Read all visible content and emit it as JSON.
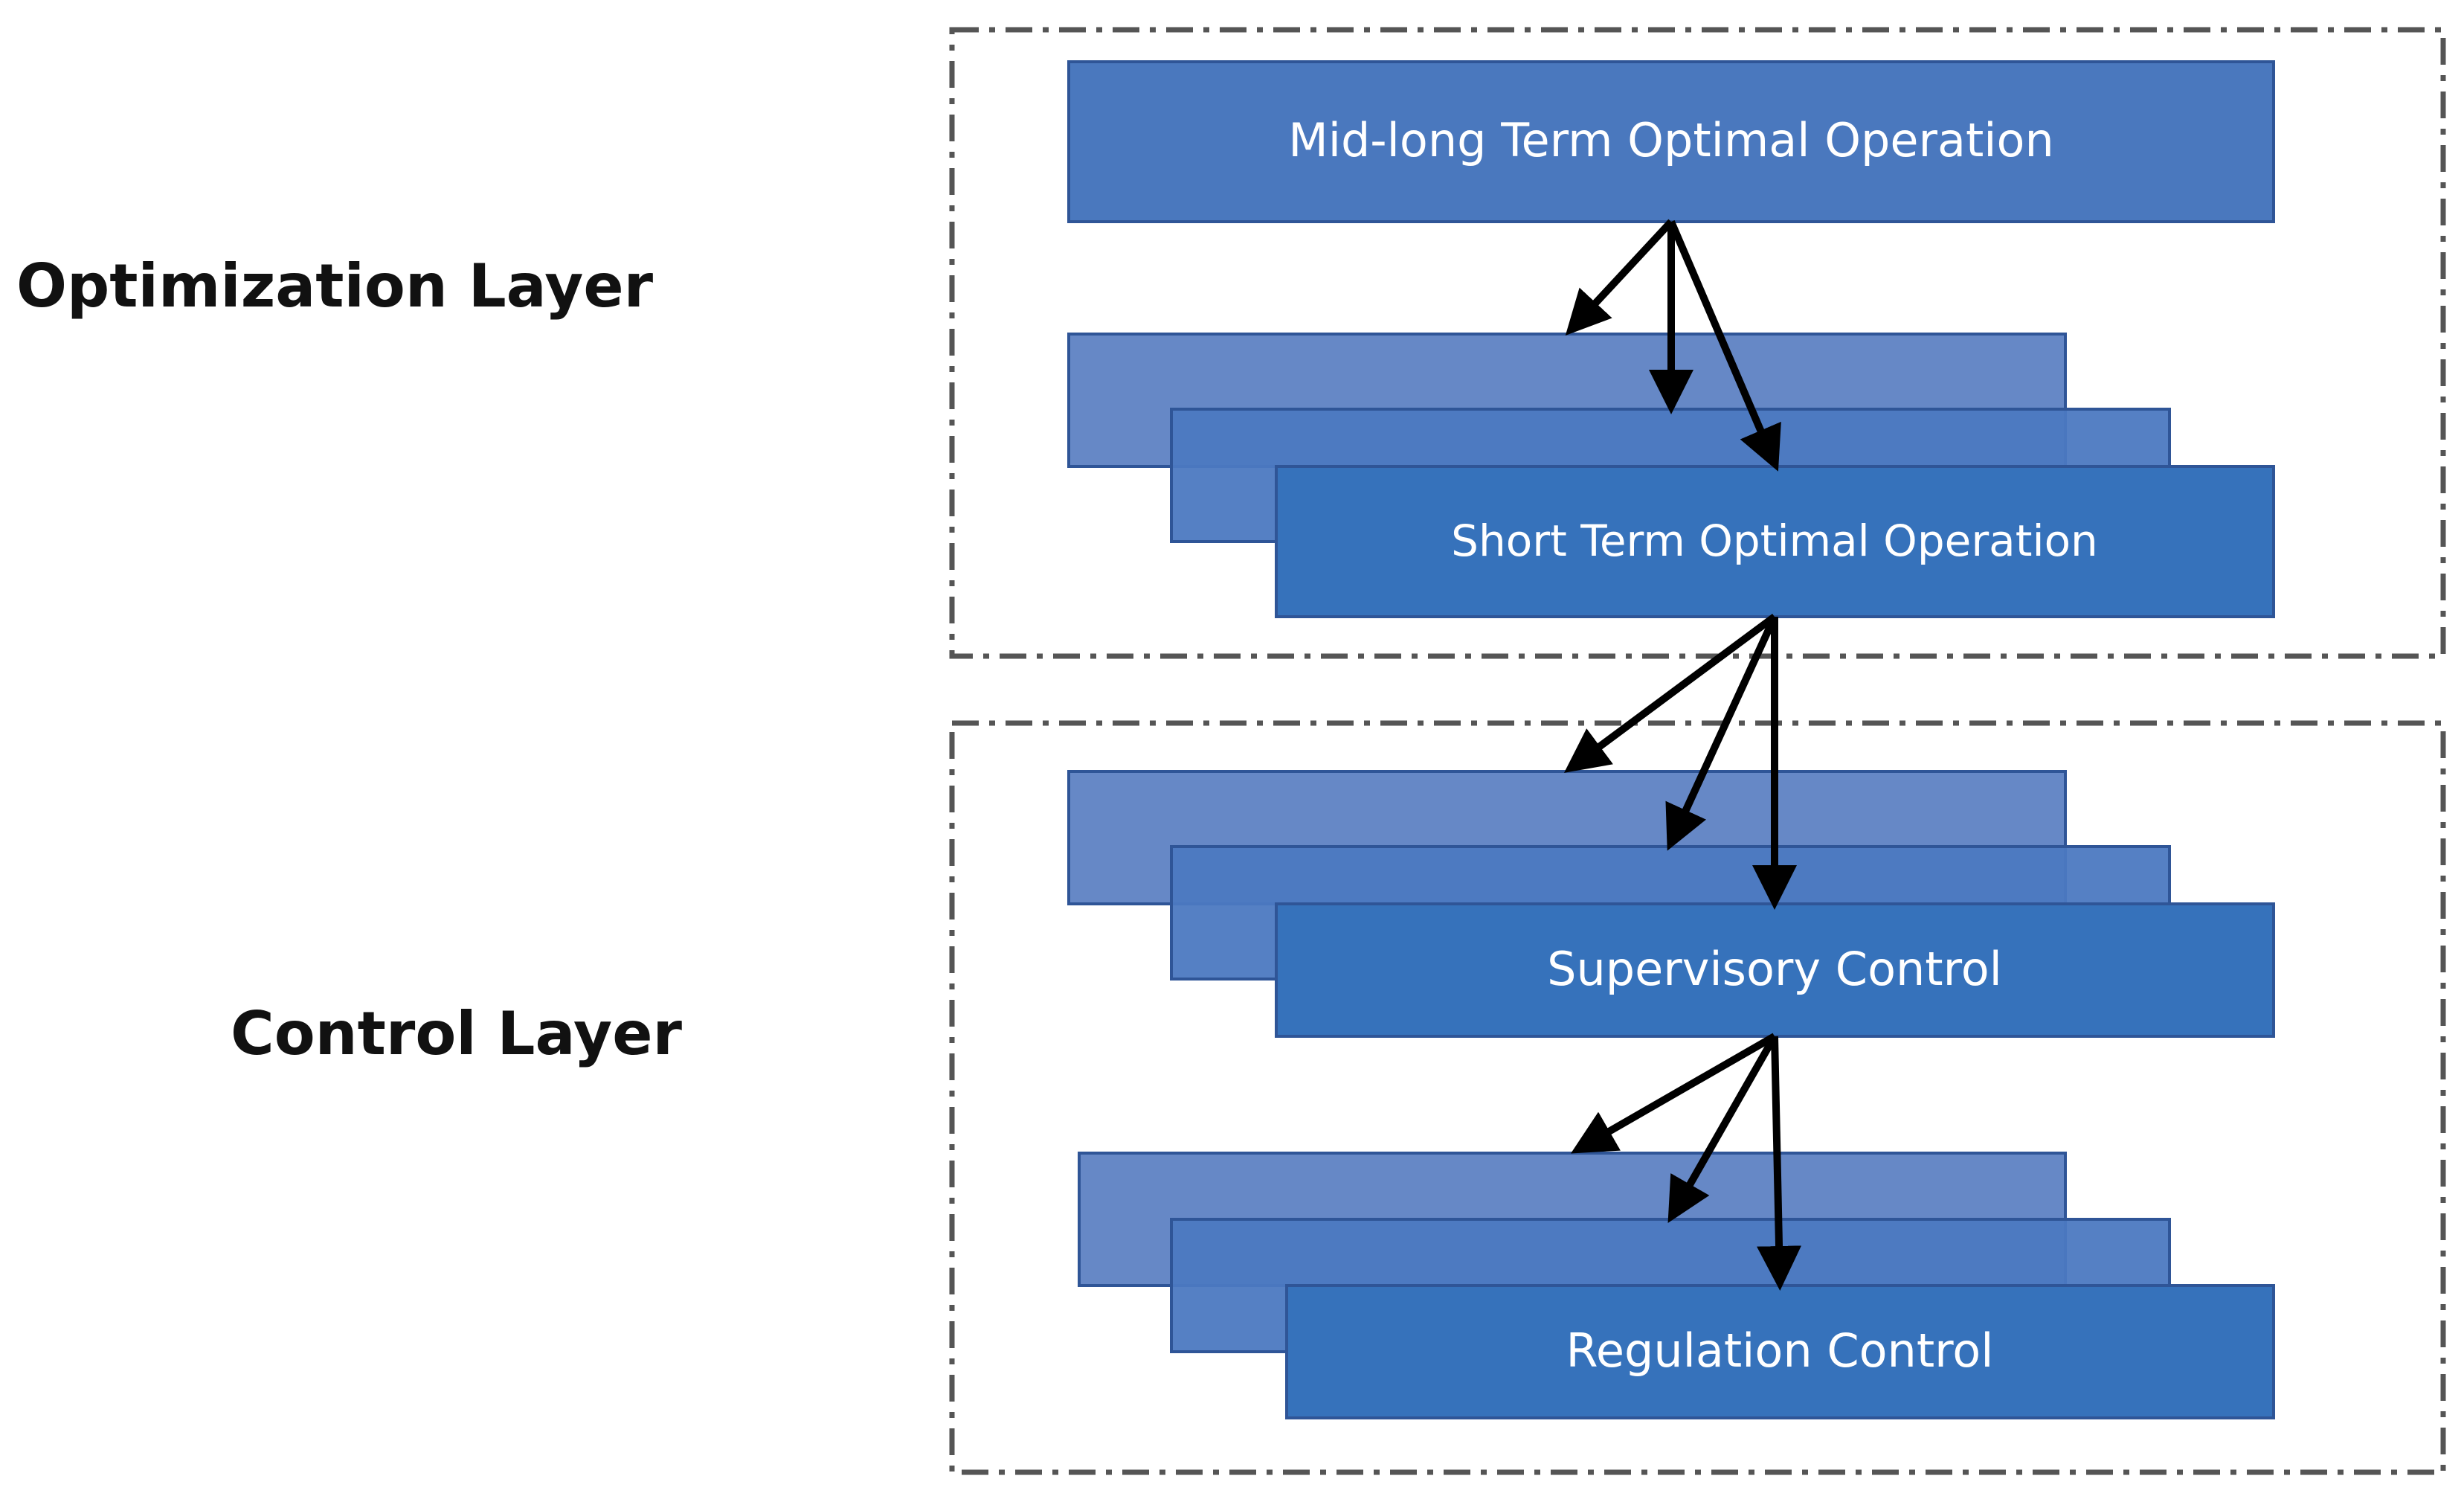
{
  "layers": {
    "optimization_label": "Optimization Layer",
    "control_label": "Control Layer"
  },
  "blocks": {
    "mid_long": "Mid-long Term Optimal Operation",
    "short_term": "Short Term Optimal Operation",
    "supervisory": "Supervisory Control",
    "regulation": "Regulation Control"
  },
  "colors": {
    "block_front": "#3672BB",
    "block_top": "#4A78BE",
    "block_middle": "#4C79C1",
    "block_back": "#6688C6",
    "block_border": "#2F5597",
    "block_text": "#FFFFFF",
    "frame": "#555555",
    "arrow": "#000000"
  }
}
